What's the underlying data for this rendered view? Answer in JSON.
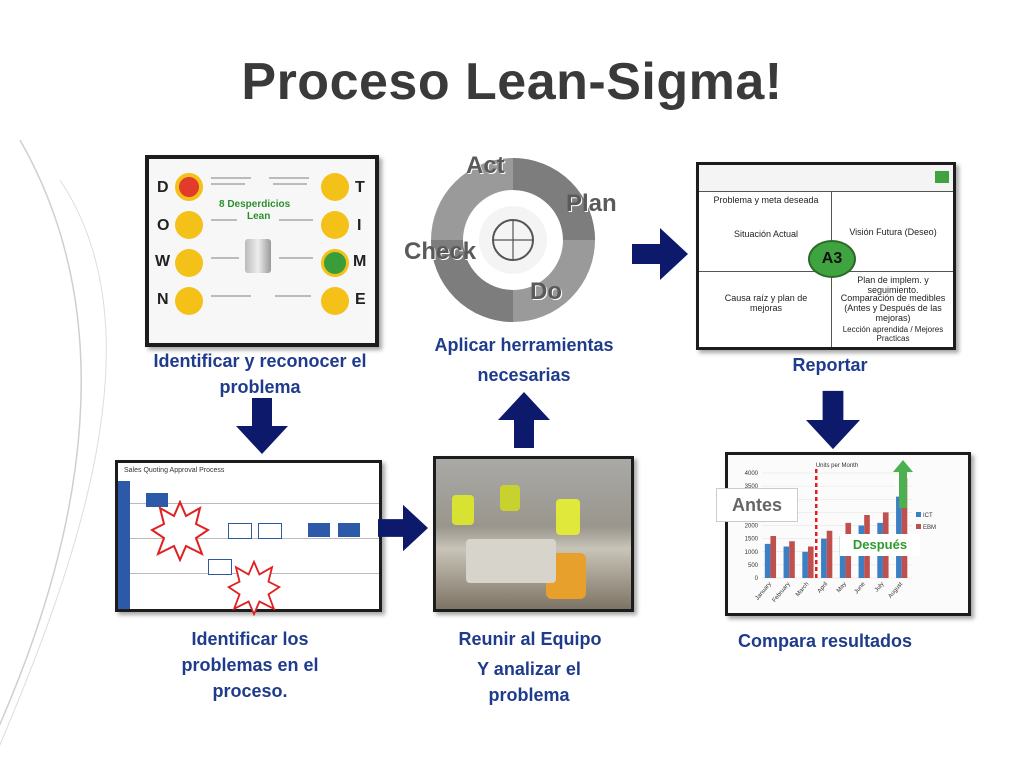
{
  "title": "Proceso Lean-Sigma!",
  "colors": {
    "accent": "#1f3b8c",
    "arrow": "#0d1a6b",
    "highlight": "#f3c117",
    "a3_badge": "#3fa33f"
  },
  "steps": {
    "identify": {
      "caption": "Identificar y reconocer el problema"
    },
    "apply": {
      "caption_line1": "Aplicar herramientas",
      "caption_line2": "necesarias"
    },
    "report": {
      "caption": "Reportar"
    },
    "process": {
      "caption": "Identificar los problemas en el proceso."
    },
    "team": {
      "caption_line1": "Reunir al Equipo",
      "caption_line2": "Y analizar el problema"
    },
    "compare": {
      "caption": "Compara resultados"
    }
  },
  "timwood": {
    "center_title": "8 Desperdicios",
    "center_sub": "Lean",
    "letters": [
      "D",
      "O",
      "W",
      "N",
      "T",
      "I",
      "M",
      "E"
    ],
    "left_icons": [
      "defects-icon",
      "overproduction-icon",
      "waiting-icon",
      "unused-talent-icon"
    ],
    "right_icons": [
      "transport-icon",
      "inventory-icon",
      "motion-icon",
      "extra-processing-icon"
    ]
  },
  "pdca": {
    "act": "Act",
    "plan": "Plan",
    "check": "Check",
    "do": "Do"
  },
  "a3": {
    "badge": "A3",
    "problema": "Problema y meta deseada",
    "situacion": "Situación Actual",
    "vision": "Visión Futura (Deseo)",
    "causa": "Causa raíz y plan de mejoras",
    "plan_implem": "Plan de implem. y seguimiento.",
    "comparacion": "Comparación de medibles (Antes y Después de las mejoras)",
    "leccion": "Lección aprendida / Mejores Practicas"
  },
  "process_map": {
    "title": "Sales Quoting Approval Process"
  },
  "results": {
    "antes": "Antes",
    "despues": "Después",
    "better": "better"
  },
  "chart_data": {
    "type": "bar",
    "title": "Units per Month",
    "categories": [
      "January",
      "February",
      "March",
      "April",
      "May",
      "June",
      "July",
      "August"
    ],
    "series": [
      {
        "name": "ICT",
        "values": [
          1300,
          1200,
          1000,
          1500,
          1600,
          2000,
          2100,
          3100
        ]
      },
      {
        "name": "EBM",
        "values": [
          1600,
          1400,
          1200,
          1800,
          2100,
          2400,
          2500,
          3800
        ]
      }
    ],
    "yticks": [
      "4000",
      "3500",
      "3000",
      "2500",
      "2000",
      "1500",
      "1000",
      "500",
      "0"
    ],
    "ylim": [
      0,
      4000
    ]
  }
}
